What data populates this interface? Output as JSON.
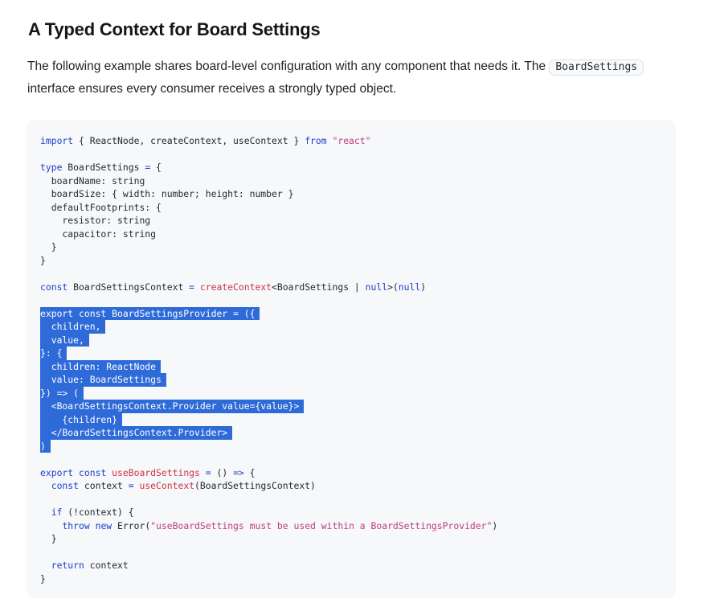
{
  "page": {
    "heading": "A Typed Context for Board Settings",
    "intro_text_before_chip": "The following example shares board-level configuration with any component that needs it. The ",
    "inline_code": "BoardSettings",
    "intro_text_after_chip": "interface ensures every consumer receives a strongly typed object."
  },
  "colors": {
    "keyword": "#1e40c9",
    "plain_code": "#24292f",
    "function_call": "#cd3246",
    "string": "#c13c7e",
    "selection_background": "#2f6bd8",
    "selection_text": "#ffffff",
    "code_block_background": "#f6f8fa"
  },
  "code": {
    "lines": [
      {
        "tokens": [
          {
            "t": "k",
            "v": "import"
          },
          {
            "t": "p",
            "v": " { ReactNode, createContext, useContext } "
          },
          {
            "t": "k",
            "v": "from"
          },
          {
            "t": "p",
            "v": " "
          },
          {
            "t": "s",
            "v": "\"react\""
          }
        ]
      },
      {
        "blank": true
      },
      {
        "tokens": [
          {
            "t": "k",
            "v": "type"
          },
          {
            "t": "p",
            "v": " BoardSettings "
          },
          {
            "t": "k",
            "v": "="
          },
          {
            "t": "p",
            "v": " {"
          }
        ]
      },
      {
        "tokens": [
          {
            "t": "p",
            "v": "  boardName: string"
          }
        ]
      },
      {
        "tokens": [
          {
            "t": "p",
            "v": "  boardSize: { width: number; height: number }"
          }
        ]
      },
      {
        "tokens": [
          {
            "t": "p",
            "v": "  defaultFootprints: {"
          }
        ]
      },
      {
        "tokens": [
          {
            "t": "p",
            "v": "    resistor: string"
          }
        ]
      },
      {
        "tokens": [
          {
            "t": "p",
            "v": "    capacitor: string"
          }
        ]
      },
      {
        "tokens": [
          {
            "t": "p",
            "v": "  }"
          }
        ]
      },
      {
        "tokens": [
          {
            "t": "p",
            "v": "}"
          }
        ]
      },
      {
        "blank": true
      },
      {
        "tokens": [
          {
            "t": "k",
            "v": "const"
          },
          {
            "t": "p",
            "v": " BoardSettingsContext "
          },
          {
            "t": "k",
            "v": "="
          },
          {
            "t": "p",
            "v": " "
          },
          {
            "t": "f",
            "v": "createContext"
          },
          {
            "t": "p",
            "v": "<BoardSettings | "
          },
          {
            "t": "k",
            "v": "null"
          },
          {
            "t": "p",
            "v": ">("
          },
          {
            "t": "k",
            "v": "null"
          },
          {
            "t": "p",
            "v": ")"
          }
        ]
      },
      {
        "blank": true
      },
      {
        "selected": true,
        "text": "export const BoardSettingsProvider = ({"
      },
      {
        "selected": true,
        "text": "  children,"
      },
      {
        "selected": true,
        "text": "  value,"
      },
      {
        "selected": true,
        "text": "}: {"
      },
      {
        "selected": true,
        "text": "  children: ReactNode"
      },
      {
        "selected": true,
        "text": "  value: BoardSettings"
      },
      {
        "selected": true,
        "text": "}) => ("
      },
      {
        "selected": true,
        "text": "  <BoardSettingsContext.Provider value={value}>"
      },
      {
        "selected": true,
        "text": "    {children}"
      },
      {
        "selected": true,
        "text": "  </BoardSettingsContext.Provider>"
      },
      {
        "selected": true,
        "text": ")"
      },
      {
        "blank": true
      },
      {
        "tokens": [
          {
            "t": "k",
            "v": "export"
          },
          {
            "t": "p",
            "v": " "
          },
          {
            "t": "k",
            "v": "const"
          },
          {
            "t": "p",
            "v": " "
          },
          {
            "t": "f",
            "v": "useBoardSettings"
          },
          {
            "t": "p",
            "v": " "
          },
          {
            "t": "k",
            "v": "="
          },
          {
            "t": "p",
            "v": " () "
          },
          {
            "t": "k",
            "v": "=>"
          },
          {
            "t": "p",
            "v": " {"
          }
        ]
      },
      {
        "tokens": [
          {
            "t": "p",
            "v": "  "
          },
          {
            "t": "k",
            "v": "const"
          },
          {
            "t": "p",
            "v": " context "
          },
          {
            "t": "k",
            "v": "="
          },
          {
            "t": "p",
            "v": " "
          },
          {
            "t": "f",
            "v": "useContext"
          },
          {
            "t": "p",
            "v": "(BoardSettingsContext)"
          }
        ]
      },
      {
        "blank": true
      },
      {
        "tokens": [
          {
            "t": "p",
            "v": "  "
          },
          {
            "t": "k",
            "v": "if"
          },
          {
            "t": "p",
            "v": " (!context) {"
          }
        ]
      },
      {
        "tokens": [
          {
            "t": "p",
            "v": "    "
          },
          {
            "t": "k",
            "v": "throw"
          },
          {
            "t": "p",
            "v": " "
          },
          {
            "t": "k",
            "v": "new"
          },
          {
            "t": "p",
            "v": " Error("
          },
          {
            "t": "s",
            "v": "\"useBoardSettings must be used within a BoardSettingsProvider\""
          },
          {
            "t": "p",
            "v": ")"
          }
        ]
      },
      {
        "tokens": [
          {
            "t": "p",
            "v": "  }"
          }
        ]
      },
      {
        "blank": true
      },
      {
        "tokens": [
          {
            "t": "p",
            "v": "  "
          },
          {
            "t": "k",
            "v": "return"
          },
          {
            "t": "p",
            "v": " context"
          }
        ]
      },
      {
        "tokens": [
          {
            "t": "p",
            "v": "}"
          }
        ]
      }
    ]
  }
}
